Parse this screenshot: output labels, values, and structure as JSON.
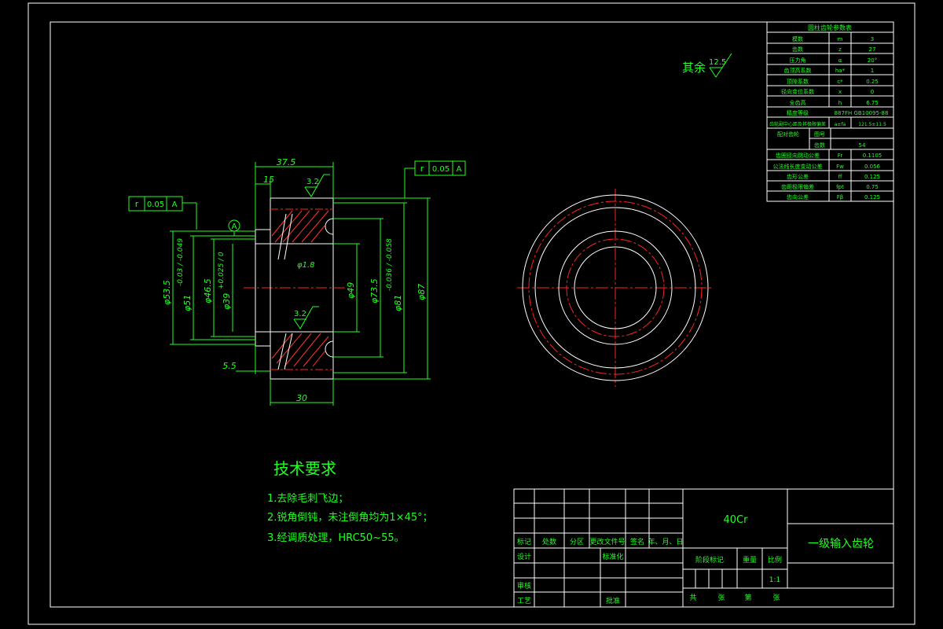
{
  "roughness": {
    "label": "其余",
    "value": "12.5"
  },
  "dimensions": {
    "d37_5": "37.5",
    "d15": "15",
    "d30": "30",
    "d5_5": "5.5",
    "phi53_5": "φ53.5",
    "phi51": "φ51",
    "phi51_tol": "-0.03 / -0.049",
    "phi46_5": "φ46.5",
    "phi39": "φ39",
    "phi39_tol": "+0.025 / 0",
    "phi49": "φ49",
    "phi73_5": "φ73.5",
    "phi81": "φ81",
    "phi81_tol": "-0.036 / -0.058",
    "phi87": "φ87",
    "phi1_8": "φ1.8",
    "rough_top": "3.2",
    "rough_bottom": "3.2",
    "datum": "A"
  },
  "tolerance_left": {
    "symbol": "r",
    "value": "0.05",
    "datum": "A"
  },
  "tolerance_right": {
    "symbol": "r",
    "value": "0.05",
    "datum": "A"
  },
  "param_table": {
    "title": "圆柱齿轮参数表",
    "rows": [
      {
        "name": "模数",
        "sym": "m",
        "val": "3"
      },
      {
        "name": "齿数",
        "sym": "z",
        "val": "27"
      },
      {
        "name": "压力角",
        "sym": "α",
        "val": "20°"
      },
      {
        "name": "齿顶高系数",
        "sym": "ha*",
        "val": "1"
      },
      {
        "name": "顶隙系数",
        "sym": "c*",
        "val": "0.25"
      },
      {
        "name": "径向变位系数",
        "sym": "x",
        "val": "0"
      },
      {
        "name": "全齿高",
        "sym": "h",
        "val": "6.75"
      },
      {
        "name": "精度等级",
        "sym": "",
        "val": "887FH GB10095-88"
      },
      {
        "name": "齿轮副中心距及其极限偏差",
        "sym": "a±fa",
        "val": "121.5±11.5"
      },
      {
        "name": "配对齿轮",
        "sym": "图号",
        "val": ""
      },
      {
        "name": "",
        "sym": "齿数",
        "val": "54"
      },
      {
        "name": "齿圈径向跳动公差",
        "sym": "Fr",
        "val": "0.1105"
      },
      {
        "name": "公法线长度变动公差",
        "sym": "Fw",
        "val": "0.056"
      },
      {
        "name": "齿形公差",
        "sym": "ff",
        "val": "0.125"
      },
      {
        "name": "齿距极限偏差",
        "sym": "fpt",
        "val": "0.75"
      },
      {
        "name": "齿向公差",
        "sym": "Fβ",
        "val": "0.125"
      }
    ]
  },
  "tech_req": {
    "title": "技术要求",
    "items": [
      "1.去除毛刺飞边；",
      "2.锐角倒钝，未注倒角均为1×45°；",
      "3.经调质处理，HRC50~55。"
    ]
  },
  "title_block": {
    "material": "40Cr",
    "part_name": "一级输入齿轮",
    "headers": [
      "标记",
      "处数",
      "分区",
      "更改文件号",
      "签名",
      "年、月、日"
    ],
    "design": "设计",
    "standardize": "标准化",
    "stage": "阶段标记",
    "weight": "重量",
    "scale": "比例",
    "scale_value": "1:1",
    "review": "审核",
    "process": "工艺",
    "approve": "批准",
    "sheet": [
      "共",
      "张",
      "第",
      "张"
    ]
  },
  "colors": {
    "line": "#ffffff",
    "dim": "#22ff22",
    "center": "#ff2222",
    "hatch": "#ff3333"
  }
}
